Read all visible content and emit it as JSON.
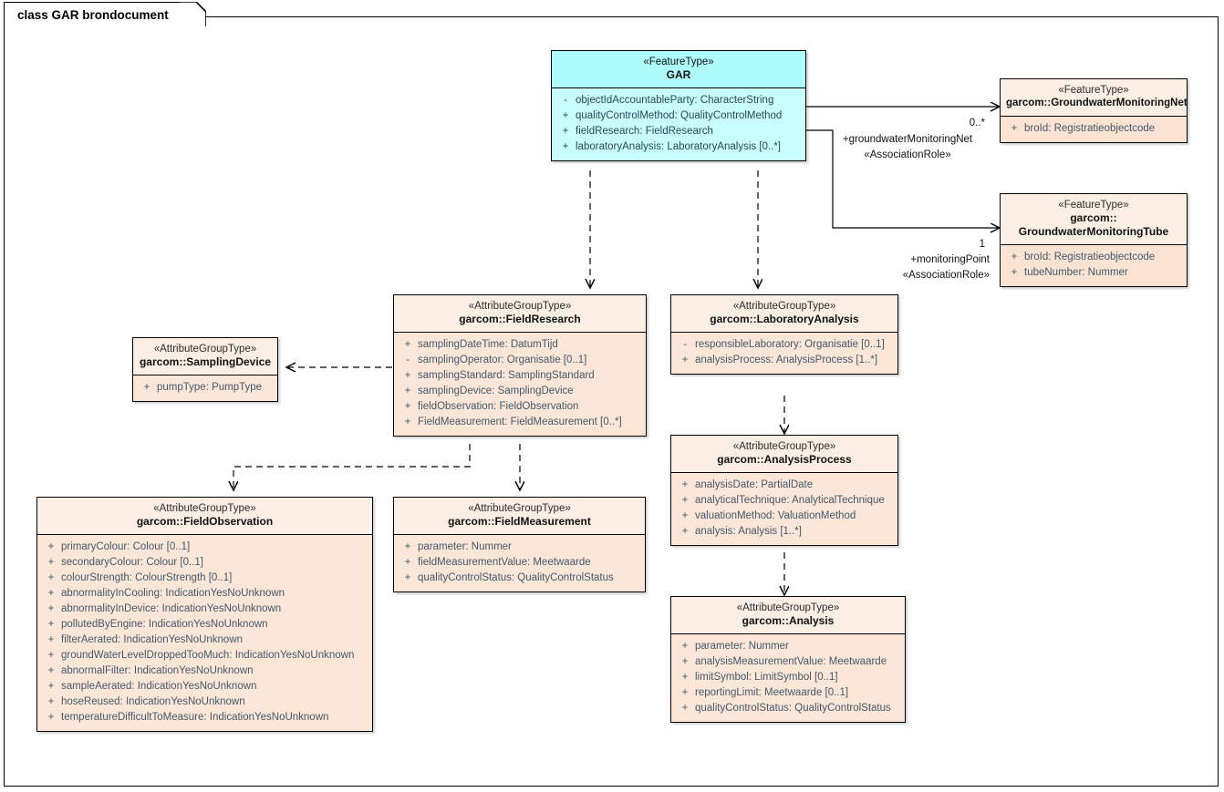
{
  "diagram": {
    "tab_label": "class GAR brondocument",
    "type": "uml-class-diagram"
  },
  "colors": {
    "featuretype_header": "#FBEEE5",
    "featuretype_body": "#FAE3D2",
    "attributegroup_header": "#FBEEE5",
    "attributegroup_body": "#FBE6D7",
    "gar_header": "#AEFCFC",
    "gar_body": "#C9FEFF",
    "border": "#000000",
    "attribute_text": "#43596B"
  },
  "classes": {
    "gar": {
      "stereotype": "«FeatureType»",
      "name": "GAR",
      "attributes": [
        {
          "vis": "-",
          "text": "objectIdAccountableParty: CharacterString"
        },
        {
          "vis": "+",
          "text": "qualityControlMethod: QualityControlMethod"
        },
        {
          "vis": "+",
          "text": "fieldResearch: FieldResearch"
        },
        {
          "vis": "+",
          "text": "laboratoryAnalysis: LaboratoryAnalysis [0..*]"
        }
      ]
    },
    "groundwater_monitoring_net": {
      "stereotype": "«FeatureType»",
      "name": "garcom::GroundwaterMonitoringNet",
      "attributes": [
        {
          "vis": "+",
          "text": "broId: Registratieobjectcode"
        }
      ]
    },
    "groundwater_monitoring_tube": {
      "stereotype": "«FeatureType»",
      "name_line1": "garcom::",
      "name_line2": "GroundwaterMonitoringTube",
      "attributes": [
        {
          "vis": "+",
          "text": "broId: Registratieobjectcode"
        },
        {
          "vis": "+",
          "text": "tubeNumber: Nummer"
        }
      ]
    },
    "field_research": {
      "stereotype": "«AttributeGroupType»",
      "name": "garcom::FieldResearch",
      "attributes": [
        {
          "vis": "+",
          "text": "samplingDateTime: DatumTijd"
        },
        {
          "vis": "-",
          "text": "samplingOperator: Organisatie [0..1]"
        },
        {
          "vis": "+",
          "text": "samplingStandard: SamplingStandard"
        },
        {
          "vis": "+",
          "text": "samplingDevice: SamplingDevice"
        },
        {
          "vis": "+",
          "text": "fieldObservation: FieldObservation"
        },
        {
          "vis": "+",
          "text": "FieldMeasurement: FieldMeasurement [0..*]"
        }
      ]
    },
    "laboratory_analysis": {
      "stereotype": "«AttributeGroupType»",
      "name": "garcom::LaboratoryAnalysis",
      "attributes": [
        {
          "vis": "-",
          "text": "responsibleLaboratory: Organisatie [0..1]"
        },
        {
          "vis": "+",
          "text": "analysisProcess: AnalysisProcess [1..*]"
        }
      ]
    },
    "sampling_device": {
      "stereotype": "«AttributeGroupType»",
      "name": "garcom::SamplingDevice",
      "attributes": [
        {
          "vis": "+",
          "text": "pumpType: PumpType"
        }
      ]
    },
    "field_observation": {
      "stereotype": "«AttributeGroupType»",
      "name": "garcom::FieldObservation",
      "attributes": [
        {
          "vis": "+",
          "text": "primaryColour: Colour [0..1]"
        },
        {
          "vis": "+",
          "text": "secondaryColour: Colour [0..1]"
        },
        {
          "vis": "+",
          "text": "colourStrength: ColourStrength [0..1]"
        },
        {
          "vis": "+",
          "text": "abnormalityInCooling: IndicationYesNoUnknown"
        },
        {
          "vis": "+",
          "text": "abnormalityInDevice: IndicationYesNoUnknown"
        },
        {
          "vis": "+",
          "text": "pollutedByEngine: IndicationYesNoUnknown"
        },
        {
          "vis": "+",
          "text": "filterAerated: IndicationYesNoUnknown"
        },
        {
          "vis": "+",
          "text": "groundWaterLevelDroppedTooMuch: IndicationYesNoUnknown"
        },
        {
          "vis": "+",
          "text": "abnormalFilter: IndicationYesNoUnknown"
        },
        {
          "vis": "+",
          "text": "sampleAerated: IndicationYesNoUnknown"
        },
        {
          "vis": "+",
          "text": "hoseReused: IndicationYesNoUnknown"
        },
        {
          "vis": "+",
          "text": "temperatureDifficultToMeasure: IndicationYesNoUnknown"
        }
      ]
    },
    "field_measurement": {
      "stereotype": "«AttributeGroupType»",
      "name": "garcom::FieldMeasurement",
      "attributes": [
        {
          "vis": "+",
          "text": "parameter: Nummer"
        },
        {
          "vis": "+",
          "text": "fieldMeasurementValue: Meetwaarde"
        },
        {
          "vis": "+",
          "text": "qualityControlStatus: QualityControlStatus"
        }
      ]
    },
    "analysis_process": {
      "stereotype": "«AttributeGroupType»",
      "name": "garcom::AnalysisProcess",
      "attributes": [
        {
          "vis": "+",
          "text": "analysisDate: PartialDate"
        },
        {
          "vis": "+",
          "text": "analyticalTechnique: AnalyticalTechnique"
        },
        {
          "vis": "+",
          "text": "valuationMethod: ValuationMethod"
        },
        {
          "vis": "+",
          "text": "analysis: Analysis [1..*]"
        }
      ]
    },
    "analysis": {
      "stereotype": "«AttributeGroupType»",
      "name": "garcom::Analysis",
      "attributes": [
        {
          "vis": "+",
          "text": "parameter: Nummer"
        },
        {
          "vis": "+",
          "text": "analysisMeasurementValue: Meetwaarde"
        },
        {
          "vis": "+",
          "text": "limitSymbol: LimitSymbol [0..1]"
        },
        {
          "vis": "+",
          "text": "reportingLimit: Meetwaarde [0..1]"
        },
        {
          "vis": "+",
          "text": "qualityControlStatus: QualityControlStatus"
        }
      ]
    }
  },
  "connectors": {
    "gar_to_net": {
      "multiplicity": "0..*",
      "role": "+groundwaterMonitoringNet",
      "stereotype": "«AssociationRole»"
    },
    "gar_to_tube": {
      "multiplicity": "1",
      "role": "+monitoringPoint",
      "stereotype": "«AssociationRole»"
    }
  }
}
